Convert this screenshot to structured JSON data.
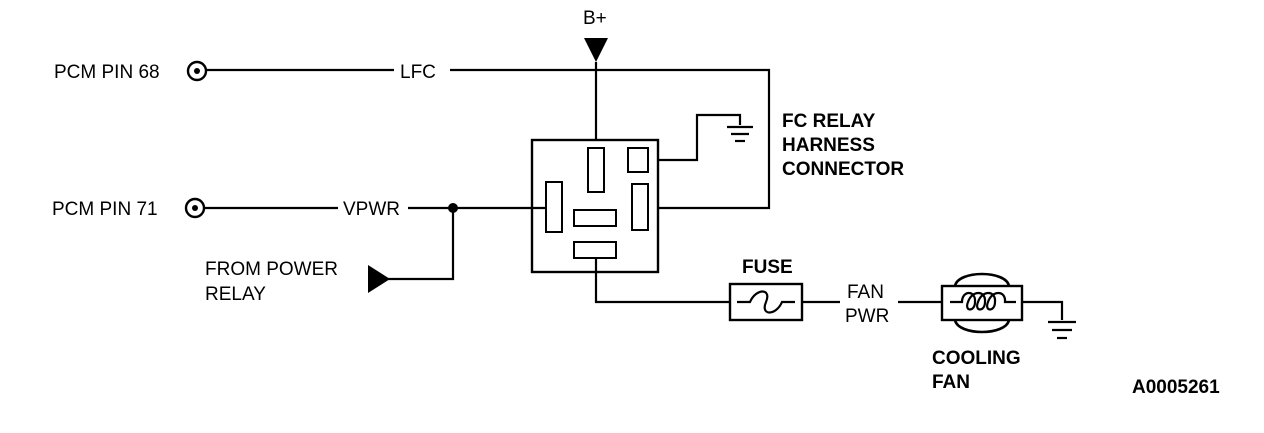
{
  "labels": {
    "b_plus": "B+",
    "pcm_pin_68": "PCM PIN 68",
    "lfc": "LFC",
    "pcm_pin_71": "PCM PIN 71",
    "vpwr": "VPWR",
    "from_power_line1": "FROM POWER",
    "from_power_line2": "RELAY",
    "fc_relay_line1": "FC RELAY",
    "fc_relay_line2": "HARNESS",
    "fc_relay_line3": "CONNECTOR",
    "fuse": "FUSE",
    "fan_pwr_line1": "FAN",
    "fan_pwr_line2": "PWR",
    "cooling_fan_line1": "COOLING",
    "cooling_fan_line2": "FAN",
    "figure_id": "A0005261"
  },
  "colors": {
    "ink": "#000000",
    "background": "#ffffff"
  }
}
